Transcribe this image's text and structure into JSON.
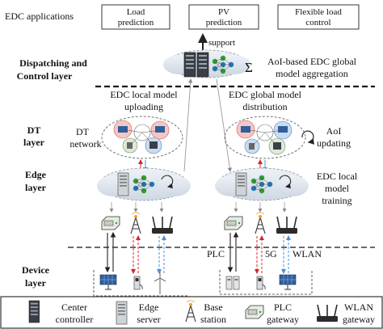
{
  "apps": {
    "label": "EDC applications",
    "boxes": [
      {
        "line1": "Load",
        "line2": "prediction"
      },
      {
        "line1": "PV",
        "line2": "prediction"
      },
      {
        "line1": "Flexible load",
        "line2": "control"
      }
    ]
  },
  "support_label": "support",
  "layers": {
    "dispatch": {
      "line1": "Dispatching and",
      "line2": "Control layer"
    },
    "dt": {
      "line1": "DT",
      "line2": "layer"
    },
    "edge": {
      "line1": "Edge",
      "line2": "layer"
    },
    "device": {
      "line1": "Device",
      "line2": "layer"
    }
  },
  "sigma": "Σ",
  "aggregation": {
    "line1": "AoI-based EDC global",
    "line2": "model aggregation"
  },
  "uploading": {
    "line1": "EDC local model",
    "line2": "uploading"
  },
  "distribution": {
    "line1": "EDC global model",
    "line2": "distribution"
  },
  "dt_network": {
    "line1": "DT",
    "line2": "network"
  },
  "aoi_updating": {
    "line1": "AoI",
    "line2": "updating"
  },
  "training": {
    "line1": "EDC local",
    "line2": "model",
    "line3": "training"
  },
  "comm": {
    "plc": "PLC",
    "fiveg": "5G",
    "wlan": "WLAN"
  },
  "legend": [
    {
      "icon": "center-controller-icon",
      "line1": "Center",
      "line2": "controller"
    },
    {
      "icon": "edge-server-icon",
      "line1": "Edge",
      "line2": "server"
    },
    {
      "icon": "base-station-icon",
      "line1": "Base",
      "line2": "station"
    },
    {
      "icon": "plc-gateway-icon",
      "line1": "PLC",
      "line2": "gateway"
    },
    {
      "icon": "wlan-gateway-icon",
      "line1": "WLAN",
      "line2": "gateway"
    }
  ],
  "colors": {
    "red_arrow": "#d62728",
    "blue_arrow": "#4a90d9",
    "dt_pink": "#f4c7c3",
    "dt_blue": "#c9dcf2"
  }
}
